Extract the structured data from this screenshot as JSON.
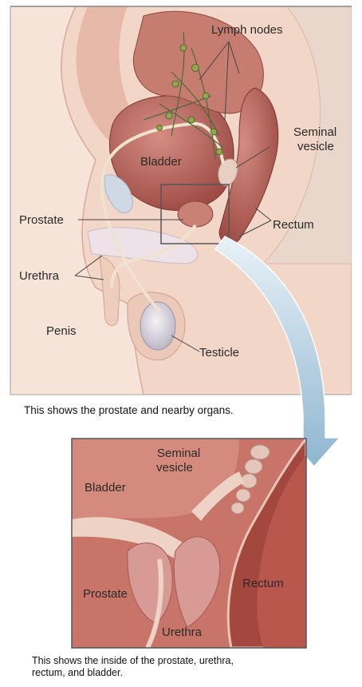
{
  "main_labels": {
    "lymph_nodes": "Lymph nodes",
    "seminal_vesicle_line1": "Seminal",
    "seminal_vesicle_line2": "vesicle",
    "bladder": "Bladder",
    "prostate": "Prostate",
    "rectum": "Rectum",
    "urethra": "Urethra",
    "penis": "Penis",
    "testicle": "Testicle"
  },
  "caption_top": "This shows the prostate and nearby organs.",
  "inset_labels": {
    "seminal_vesicle_line1": "Seminal",
    "seminal_vesicle_line2": "vesicle",
    "bladder": "Bladder",
    "rectum": "Rectum",
    "prostate": "Prostate",
    "urethra": "Urethra"
  },
  "caption_bottom": {
    "line1": "This shows the inside of the prostate, urethra,",
    "line2": "rectum, and bladder."
  },
  "colors": {
    "skin": "#f4ddd0",
    "tissue": "#e9c2b2",
    "organ": "#b8665c",
    "organ_dark": "#8c3f3a",
    "bone": "#ece4dc",
    "lymph": "#3f6a3a",
    "arrow": "#9fc2d8",
    "frame": "#555555"
  }
}
